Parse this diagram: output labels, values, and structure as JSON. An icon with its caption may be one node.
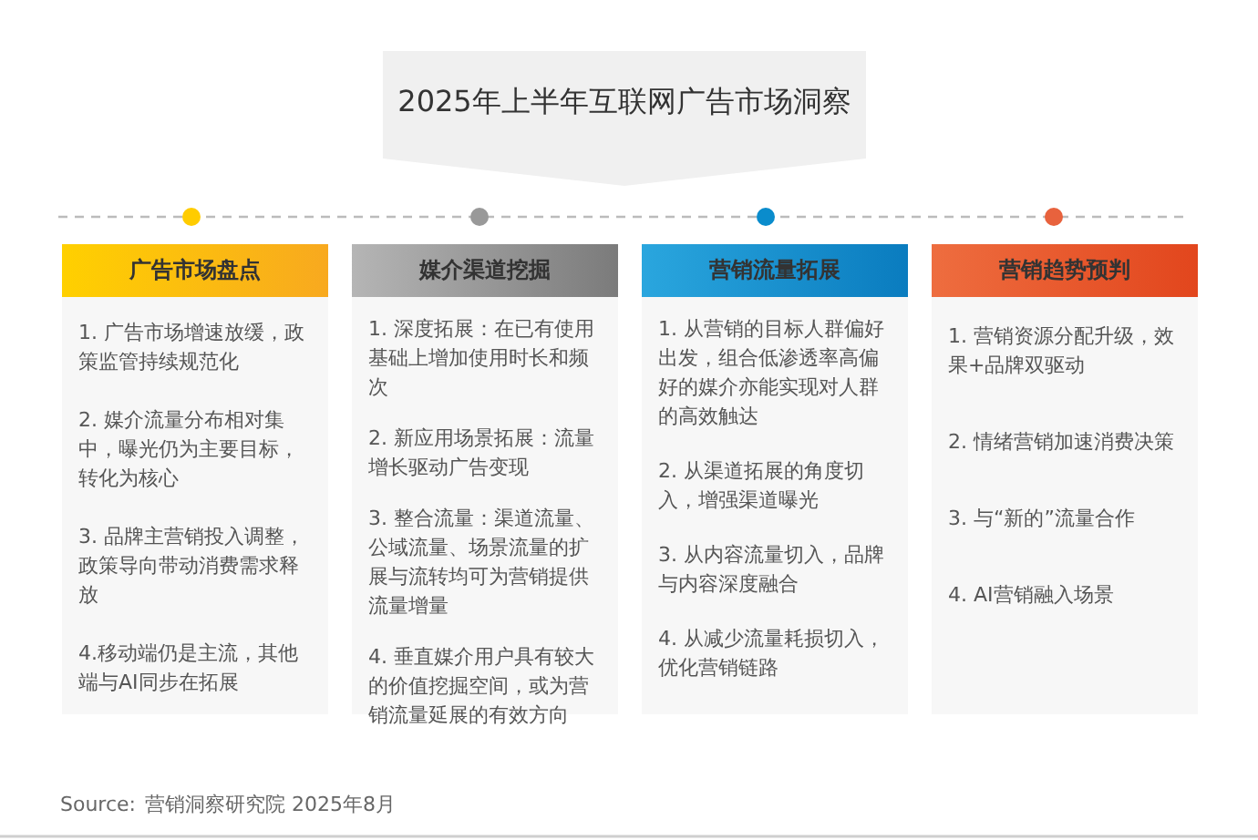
{
  "diagram": {
    "nodes": [
      {
        "text": [
          "2025年上半年互联网广告市场洞察"
        ]
      },
      {
        "text": [
          "广告市场盘点",
          "1. 广告市场增速放缓，政策监管持续规范化",
          "2. 媒介流量分布相对集中，曝光仍为主要目标，转化为核心",
          "3. 品牌主营销投入调整，政策导向带动消费需求释放",
          "4.移动端仍是主流，其他端与AI同步在拓展"
        ]
      },
      {
        "text": [
          "媒介渠道挖掘",
          "1. 深度拓展：在已有使用基础上增加使用时长和频次",
          "2. 新应用场景拓展：流量增长驱动广告变现",
          "3. 整合流量：渠道流量、公域流量、场景流量的扩展与流转均可为营销提供流量增量",
          "4. 垂直媒介用户具有较大的价值挖掘空间，或为营销流量延展的有效方向"
        ]
      },
      {
        "text": [
          "营销流量拓展",
          "1. 从营销的目标人群偏好出发，组合低渗透率高偏好的媒介亦能实现对人群的高效触达",
          "2. 从渠道拓展的角度切入，增强渠道曝光",
          "3. 从内容流量切入，品牌与内容深度融合",
          "4. 从减少流量耗损切入，优化营销链路"
        ]
      },
      {
        "text": [
          "营销趋势预判",
          "1. 营销资源分配升级，效果+品牌双驱动",
          "2. 情绪营销加速消费决策",
          "3. 与“新的”流量合作",
          "4. AI营销融入场景"
        ]
      }
    ],
    "labels": [
      "Source:",
      "营销洞察研究院 2025年8月"
    ]
  }
}
